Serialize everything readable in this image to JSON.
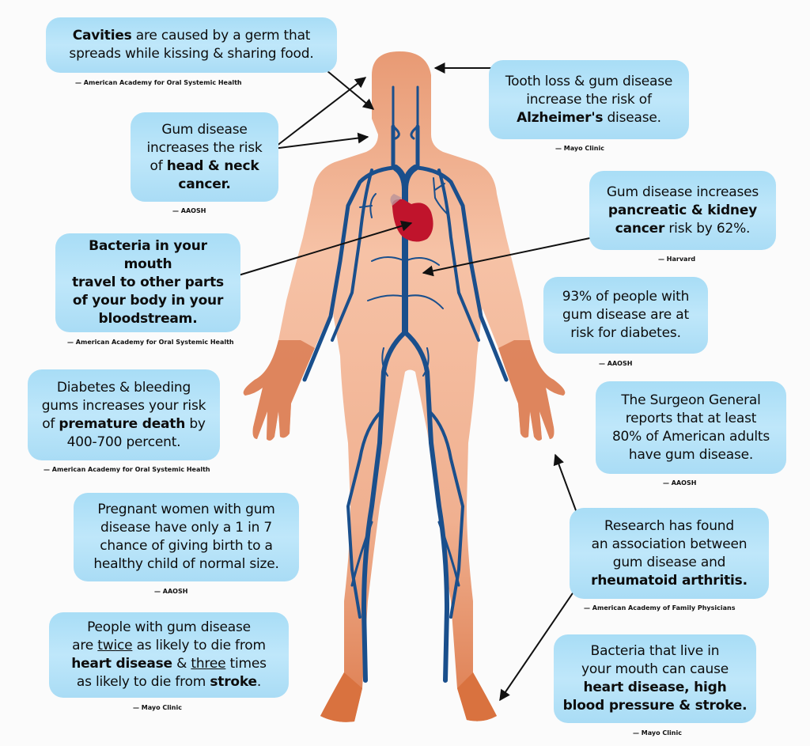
{
  "infographic": {
    "colors": {
      "background": "#fbfbfb",
      "callout_fill": "#b4e2f8",
      "skin": "#f1b08f",
      "skin_dark": "#d9784a",
      "vein": "#1a4f8c",
      "heart": "#c0142c",
      "arrow": "#111111"
    },
    "callouts": [
      {
        "id": "cavities",
        "lines": [
          [
            {
              "t": "Cavities",
              "b": true
            },
            {
              "t": " are caused by a germ that"
            }
          ],
          [
            {
              "t": "spreads while kissing & sharing food."
            }
          ]
        ],
        "text": "Cavities are caused by a germ that spreads while kissing & sharing food.",
        "source": "— American Academy for Oral Systemic Health"
      },
      {
        "id": "head-neck-cancer",
        "lines": [
          [
            {
              "t": "Gum disease"
            }
          ],
          [
            {
              "t": "increases the risk"
            }
          ],
          [
            {
              "t": "of "
            },
            {
              "t": "head & neck",
              "b": true
            }
          ],
          [
            {
              "t": "cancer.",
              "b": true
            }
          ]
        ],
        "text": "Gum disease increases the risk of head & neck cancer.",
        "source": "— AAOSH"
      },
      {
        "id": "bloodstream",
        "lines": [
          [
            {
              "t": "Bacteria in your mouth",
              "b": true
            }
          ],
          [
            {
              "t": "travel to other parts",
              "b": true
            }
          ],
          [
            {
              "t": "of your body in your",
              "b": true
            }
          ],
          [
            {
              "t": "bloodstream.",
              "b": true
            }
          ]
        ],
        "text": "Bacteria in your mouth travel to other parts of your body in your bloodstream.",
        "source": "— American Academy for Oral Systemic Health"
      },
      {
        "id": "premature-death",
        "lines": [
          [
            {
              "t": "Diabetes & bleeding"
            }
          ],
          [
            {
              "t": "gums increases your risk"
            }
          ],
          [
            {
              "t": "of "
            },
            {
              "t": "premature death",
              "b": true
            },
            {
              "t": " by"
            }
          ],
          [
            {
              "t": "400-700 percent."
            }
          ]
        ],
        "text": "Diabetes & bleeding gums increases your risk of premature death by 400-700 percent.",
        "source": "— American Academy for Oral Systemic Health"
      },
      {
        "id": "pregnancy",
        "lines": [
          [
            {
              "t": "Pregnant women with gum"
            }
          ],
          [
            {
              "t": "disease have only a 1 in 7"
            }
          ],
          [
            {
              "t": "chance of giving birth to a"
            }
          ],
          [
            {
              "t": "healthy child of normal size."
            }
          ]
        ],
        "text": "Pregnant women with gum disease have only a 1 in 7 chance of giving birth to a healthy child of normal size.",
        "source": "— AAOSH"
      },
      {
        "id": "heart-stroke-risk",
        "lines": [
          [
            {
              "t": "People with gum disease"
            }
          ],
          [
            {
              "t": "are "
            },
            {
              "t": "twice",
              "u": true
            },
            {
              "t": " as likely to die from"
            }
          ],
          [
            {
              "t": "heart disease",
              "b": true
            },
            {
              "t": " & "
            },
            {
              "t": "three",
              "u": true
            },
            {
              "t": " times"
            }
          ],
          [
            {
              "t": "as likely to die from "
            },
            {
              "t": "stroke",
              "b": true
            },
            {
              "t": "."
            }
          ]
        ],
        "text": "People with gum disease are twice as likely to die from heart disease & three times as likely to die from stroke.",
        "source": "— Mayo Clinic"
      },
      {
        "id": "alzheimers",
        "lines": [
          [
            {
              "t": "Tooth loss & gum disease"
            }
          ],
          [
            {
              "t": "increase the risk of"
            }
          ],
          [
            {
              "t": "Alzheimer's",
              "b": true
            },
            {
              "t": " disease."
            }
          ]
        ],
        "text": "Tooth loss & gum disease increase the risk of Alzheimer's disease.",
        "source": "— Mayo Clinic"
      },
      {
        "id": "pancreatic-kidney",
        "lines": [
          [
            {
              "t": "Gum disease increases"
            }
          ],
          [
            {
              "t": "pancreatic & kidney",
              "b": true
            }
          ],
          [
            {
              "t": "cancer",
              "b": true
            },
            {
              "t": " risk by 62%."
            }
          ]
        ],
        "text": "Gum disease increases pancreatic & kidney cancer risk by 62%.",
        "source": "— Harvard"
      },
      {
        "id": "diabetes",
        "lines": [
          [
            {
              "t": "93% of people with"
            }
          ],
          [
            {
              "t": "gum disease are at"
            }
          ],
          [
            {
              "t": "risk for diabetes."
            }
          ]
        ],
        "text": "93% of people with gum disease are at risk for diabetes.",
        "source": "— AAOSH"
      },
      {
        "id": "surgeon-general",
        "lines": [
          [
            {
              "t": "The Surgeon General"
            }
          ],
          [
            {
              "t": "reports that at least"
            }
          ],
          [
            {
              "t": "80% of American adults"
            }
          ],
          [
            {
              "t": "have gum disease."
            }
          ]
        ],
        "text": "The Surgeon General reports that at least 80% of American adults have gum disease.",
        "source": "— AAOSH"
      },
      {
        "id": "rheumatoid-arthritis",
        "lines": [
          [
            {
              "t": "Research has found"
            }
          ],
          [
            {
              "t": "an association between"
            }
          ],
          [
            {
              "t": "gum disease and"
            }
          ],
          [
            {
              "t": "rheumatoid arthritis.",
              "b": true
            }
          ]
        ],
        "text": "Research has found an association between gum disease and rheumatoid arthritis.",
        "source": "— American Academy of Family Physicians"
      },
      {
        "id": "heart-disease-bp",
        "lines": [
          [
            {
              "t": "Bacteria that live in"
            }
          ],
          [
            {
              "t": "your mouth can cause"
            }
          ],
          [
            {
              "t": "heart disease, high",
              "b": true
            }
          ],
          [
            {
              "t": "blood pressure & stroke.",
              "b": true
            }
          ]
        ],
        "text": "Bacteria that live in your mouth can cause heart disease, high blood pressure & stroke.",
        "source": "— Mayo Clinic"
      }
    ]
  }
}
